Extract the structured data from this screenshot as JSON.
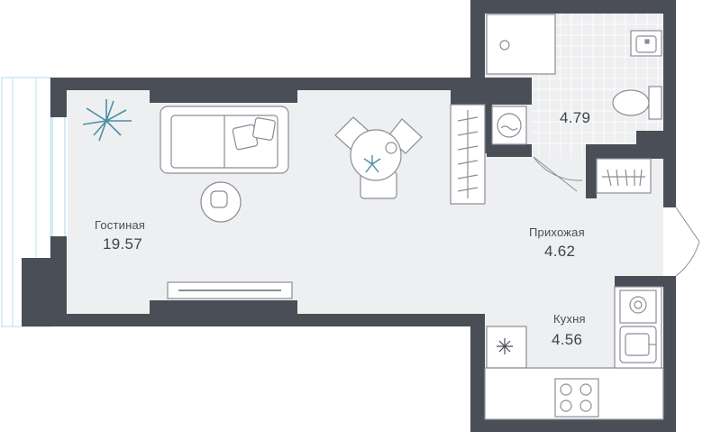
{
  "rooms": {
    "living": {
      "name": "Гостиная",
      "area": "19.57"
    },
    "hallway": {
      "name": "Прихожая",
      "area": "4.62"
    },
    "kitchen": {
      "name": "Кухня",
      "area": "4.56"
    },
    "bathroom": {
      "name": "",
      "area": "4.79"
    }
  },
  "colors": {
    "wall": "#4a4e57",
    "floor": "#eeeff1",
    "furniture_stroke": "#8a8e96",
    "plant": "#4a8fa3",
    "balcony_glass": "#bfe3ef"
  },
  "icons": {
    "plant": "plant-icon",
    "fridge": "snowflake-icon",
    "washer": "washing-machine-icon"
  }
}
